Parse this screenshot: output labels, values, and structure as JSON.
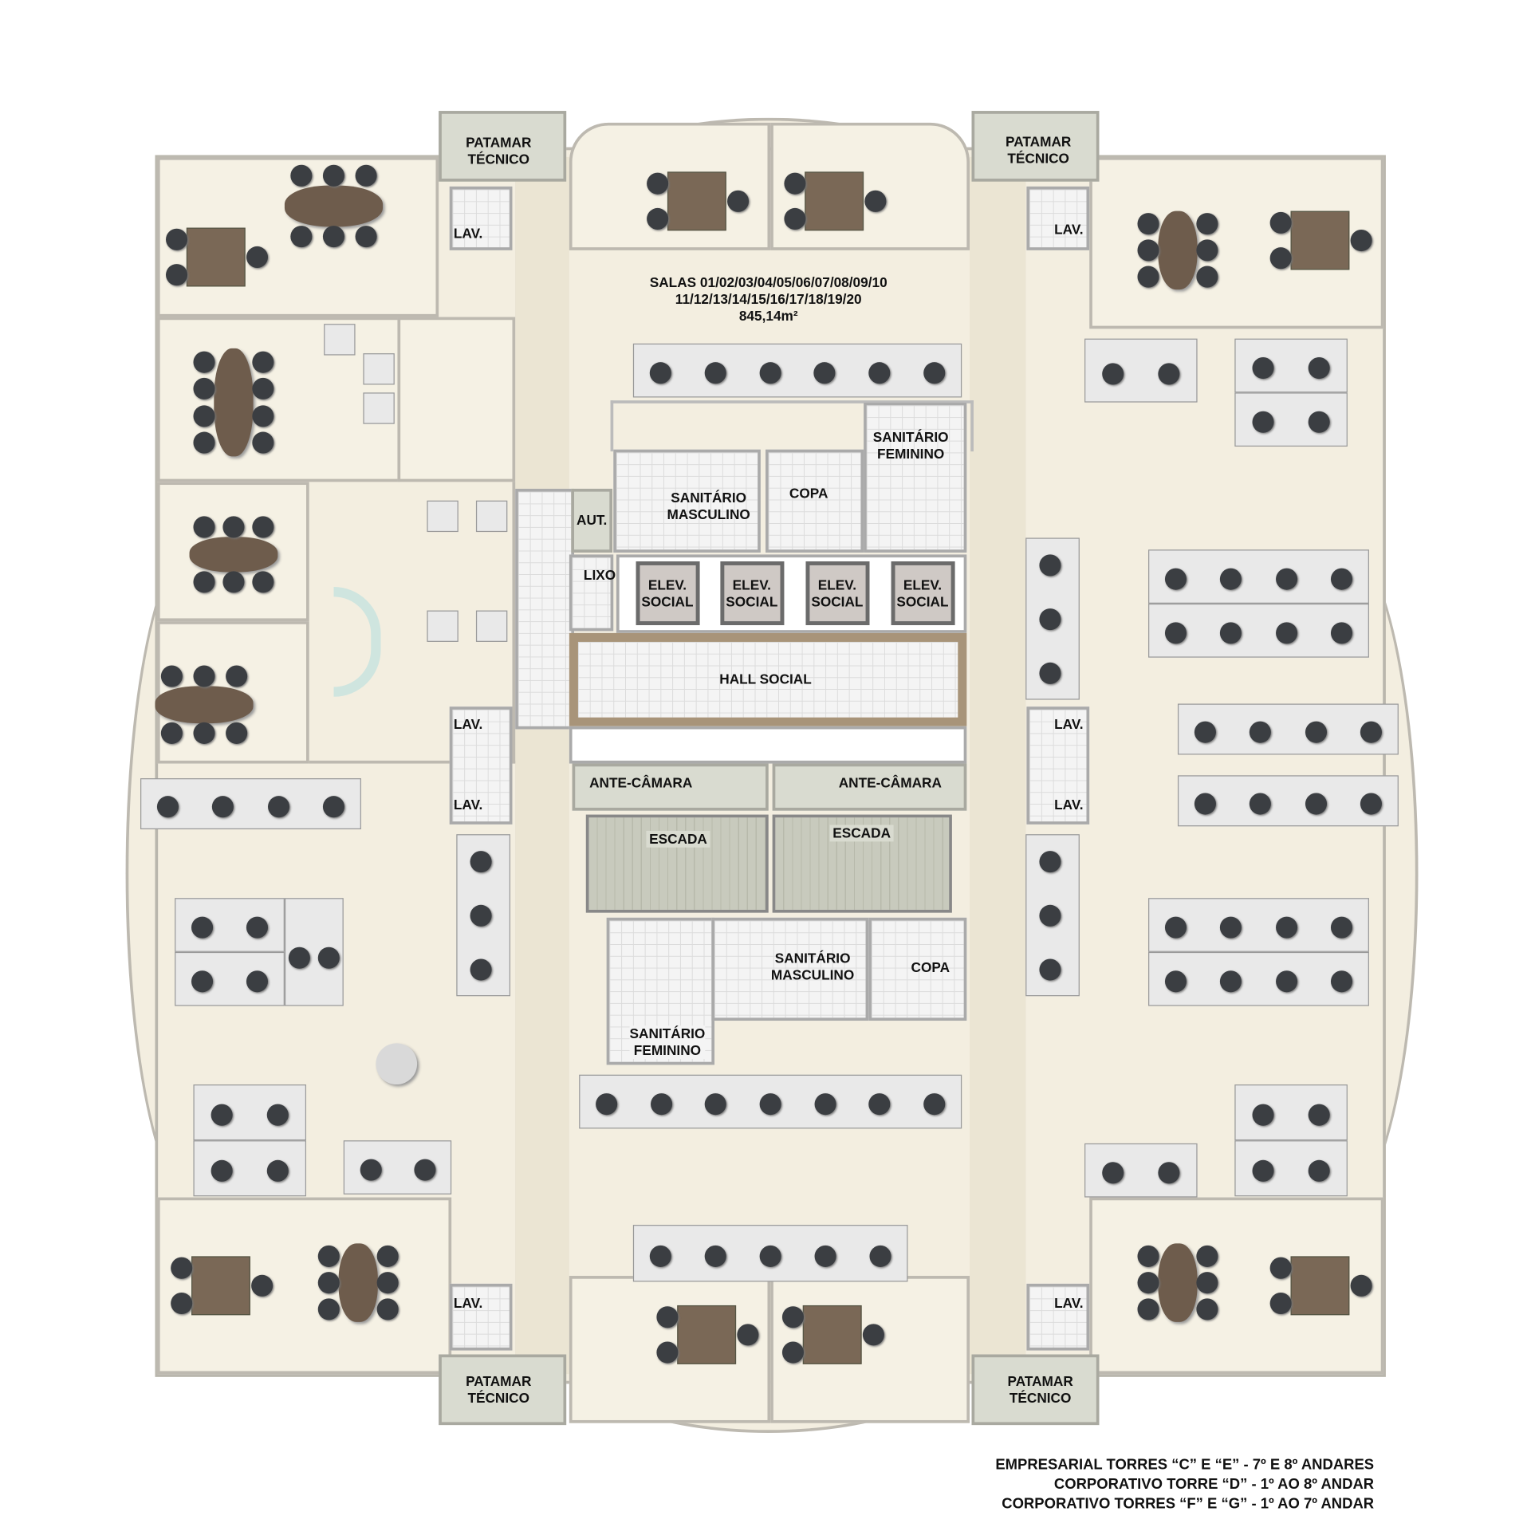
{
  "plan_title": {
    "rooms_line1": "SALAS 01/02/03/04/05/06/07/08/09/10",
    "rooms_line2": "11/12/13/14/15/16/17/18/19/20",
    "area": "845,14m²"
  },
  "labels": {
    "patamar": "PATAMAR\nTÉCNICO",
    "lav": "LAV.",
    "sanitario_masculino": "SANITÁRIO\nMASCULINO",
    "sanitario_feminino": "SANITÁRIO\nFEMININO",
    "copa": "COPA",
    "aut": "AUT.",
    "lixo": "LIXO",
    "elev_social": "ELEV.\nSOCIAL",
    "hall_social": "HALL SOCIAL",
    "ante_camara": "ANTE-CÂMARA",
    "escada": "ESCADA"
  },
  "captions": [
    "EMPRESARIAL TORRES “C” E “E” - 7º E 8º ANDARES",
    "CORPORATIVO TORRE “D” - 1º AO 8º ANDAR",
    "CORPORATIVO TORRES “F” E “G” - 1º AO 7º ANDAR"
  ],
  "colors": {
    "floor": "#f3eee0",
    "corridor": "#ebe5d3",
    "chair": "#3b3e42",
    "table": "#6e5c4c",
    "hall_border": "#a89479"
  }
}
